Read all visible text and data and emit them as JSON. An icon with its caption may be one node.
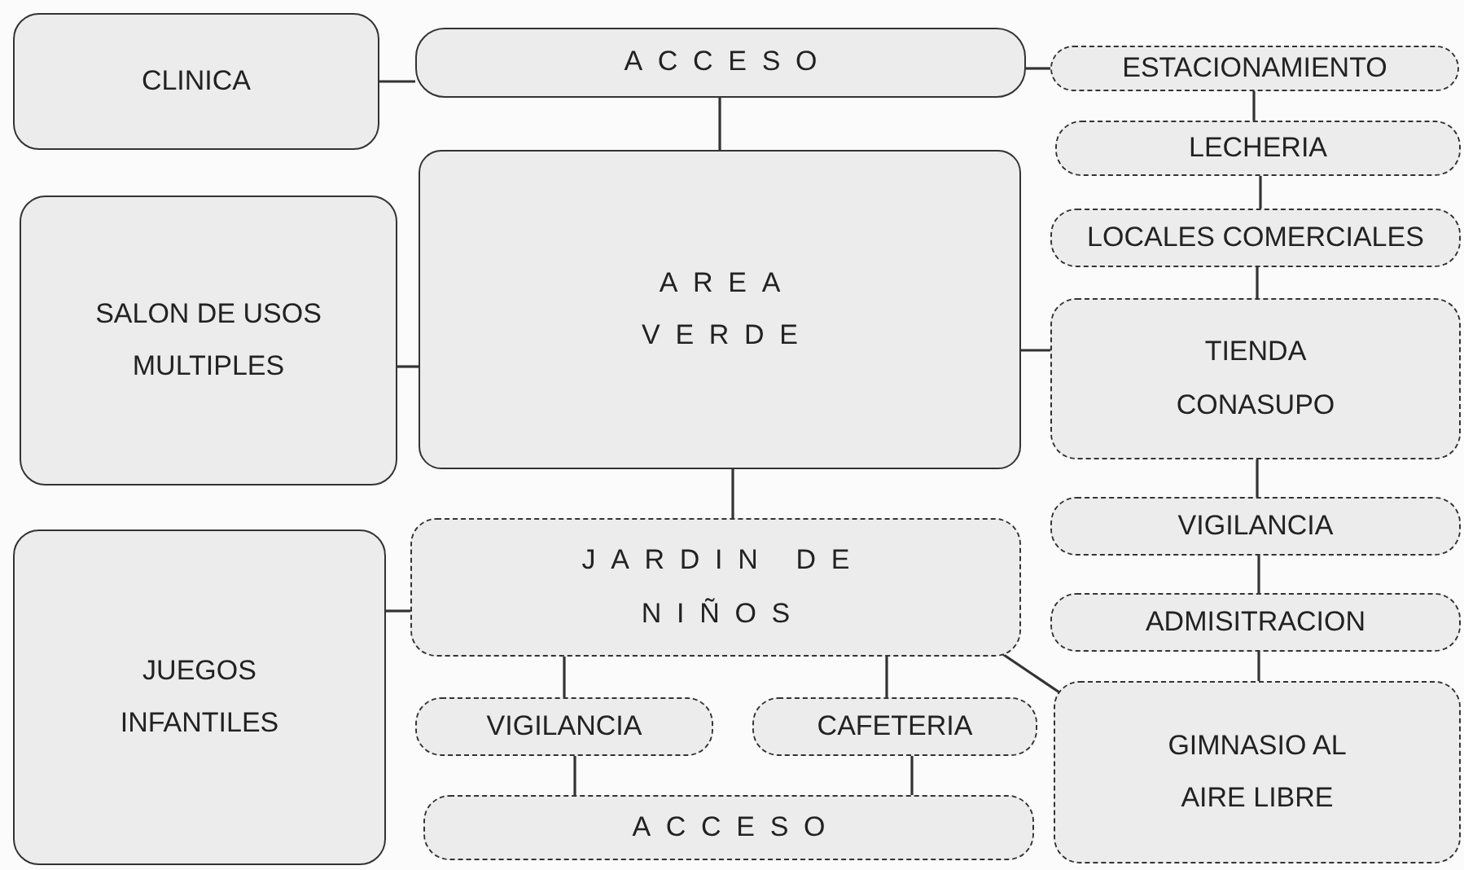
{
  "diagram": {
    "nodes": [
      {
        "text": [
          "CLINICA"
        ]
      },
      {
        "text": [
          "ACCESO"
        ]
      },
      {
        "text": [
          "ESTACIONAMIENTO"
        ]
      },
      {
        "text": [
          "SALON DE USOS MULTIPLES"
        ]
      },
      {
        "text": [
          "AREA VERDE"
        ]
      },
      {
        "text": [
          "LECHERIA"
        ]
      },
      {
        "text": [
          "LOCALES COMERCIALES"
        ]
      },
      {
        "text": [
          "TIENDA CONASUPO"
        ]
      },
      {
        "text": [
          "JARDIN DE NIÑOS"
        ]
      },
      {
        "text": [
          "VIGILANCIA"
        ]
      },
      {
        "text": [
          "JUEGOS INFANTILES"
        ]
      },
      {
        "text": [
          "ADMISITRACION"
        ]
      },
      {
        "text": [
          "VIGILANCIA"
        ]
      },
      {
        "text": [
          "CAFETERIA"
        ]
      },
      {
        "text": [
          "GIMNASIO AL AIRE LIBRE"
        ]
      },
      {
        "text": [
          "ACCESO"
        ]
      }
    ],
    "edges": [
      {
        "from": 0,
        "to": 1,
        "arrow": "none"
      },
      {
        "from": 1,
        "to": 2,
        "arrow": "none"
      },
      {
        "from": 1,
        "to": 4,
        "arrow": "none"
      },
      {
        "from": 2,
        "to": 5,
        "arrow": "none"
      },
      {
        "from": 5,
        "to": 6,
        "arrow": "none"
      },
      {
        "from": 6,
        "to": 7,
        "arrow": "none"
      },
      {
        "from": 3,
        "to": 4,
        "arrow": "none"
      },
      {
        "from": 4,
        "to": 7,
        "arrow": "none"
      },
      {
        "from": 4,
        "to": 8,
        "arrow": "none"
      },
      {
        "from": 7,
        "to": 9,
        "arrow": "none"
      },
      {
        "from": 9,
        "to": 11,
        "arrow": "none"
      },
      {
        "from": 11,
        "to": 14,
        "arrow": "none"
      },
      {
        "from": 10,
        "to": 8,
        "arrow": "none"
      },
      {
        "from": 8,
        "to": 14,
        "arrow": "none"
      },
      {
        "from": 8,
        "to": 12,
        "arrow": "none"
      },
      {
        "from": 8,
        "to": 13,
        "arrow": "none"
      },
      {
        "from": 12,
        "to": 15,
        "arrow": "none"
      },
      {
        "from": 13,
        "to": 15,
        "arrow": "none"
      }
    ]
  }
}
